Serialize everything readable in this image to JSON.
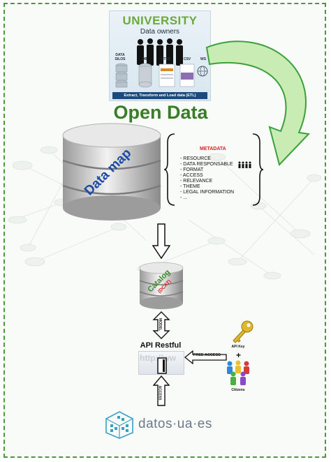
{
  "university": {
    "title": "UNIVERSITY",
    "subtitle": "Data owners",
    "sources": [
      "DATA SILOS",
      "DB",
      "HTML",
      "CSV",
      "WS"
    ],
    "etl_label": "Extract, Transform and Load data (ETL)"
  },
  "open_data_title": "Open Data",
  "data_map_label": "Data map",
  "metadata": {
    "title": "METADATA",
    "items": [
      "- RESOURCE",
      "- DATA RESPONSABLE",
      "- FORMAT",
      "- ACCESS",
      "- RELEVANCE",
      "- THEME",
      "- LEGAL INFORMATION",
      "- ..."
    ]
  },
  "catalog": {
    "label": "Catalog",
    "sub": "(DCAT)"
  },
  "model_label": "MODEL",
  "api": {
    "title": "API Restful",
    "watermark": "http://ww"
  },
  "access_label": "ACCESS",
  "free_access_label": "FREE ACCESS",
  "api_key_label": "API Key",
  "citizens_label": "Citizens",
  "logo_text": "datos·ua·es",
  "colors": {
    "border": "#4a9a3c",
    "open_data": "#3a7d28",
    "university": "#6aaa3a",
    "data_map_text": "#1c4aa6",
    "catalog_text": "#3a8a2a",
    "metadata_title": "#d62020",
    "logo_cube": "#3a9ec8"
  }
}
